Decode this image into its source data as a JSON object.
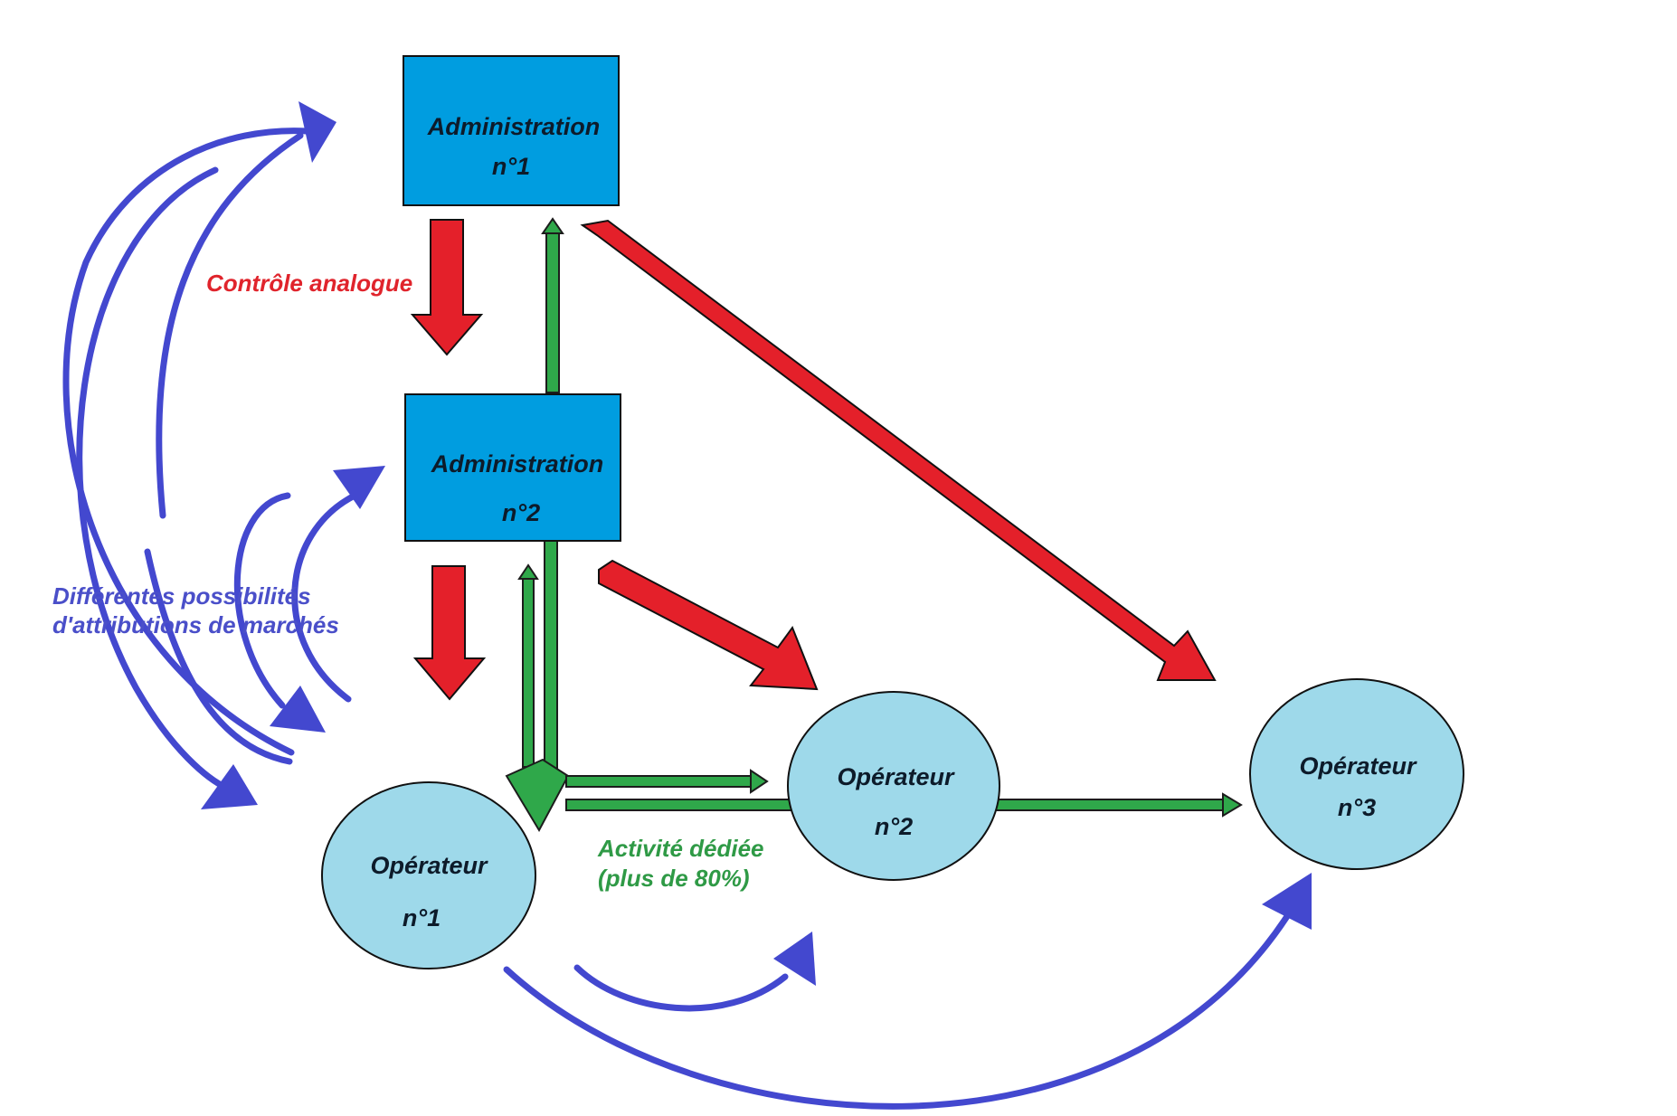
{
  "nodes": {
    "admin1": {
      "title": "Administration",
      "number": "n°1"
    },
    "admin2": {
      "title": "Administration",
      "number": "n°2"
    },
    "op1": {
      "title": "Opérateur",
      "number": "n°1"
    },
    "op2": {
      "title": "Opérateur",
      "number": "n°2"
    },
    "op3": {
      "title": "Opérateur",
      "number": "n°3"
    }
  },
  "labels": {
    "controle": "Contrôle analogue",
    "attributions_line1": "Différentes possibilités",
    "attributions_line2": "d'attributions de marchés",
    "activite_line1": "Activité dédiée",
    "activite_line2": "(plus de 80%)"
  },
  "colors": {
    "admin_box": "#009de0",
    "operator_ellipse": "#9ed9ea",
    "control_arrow": "#e4202a",
    "dedicated_activity": "#2fa84a",
    "market_attribution": "#4348cf"
  }
}
